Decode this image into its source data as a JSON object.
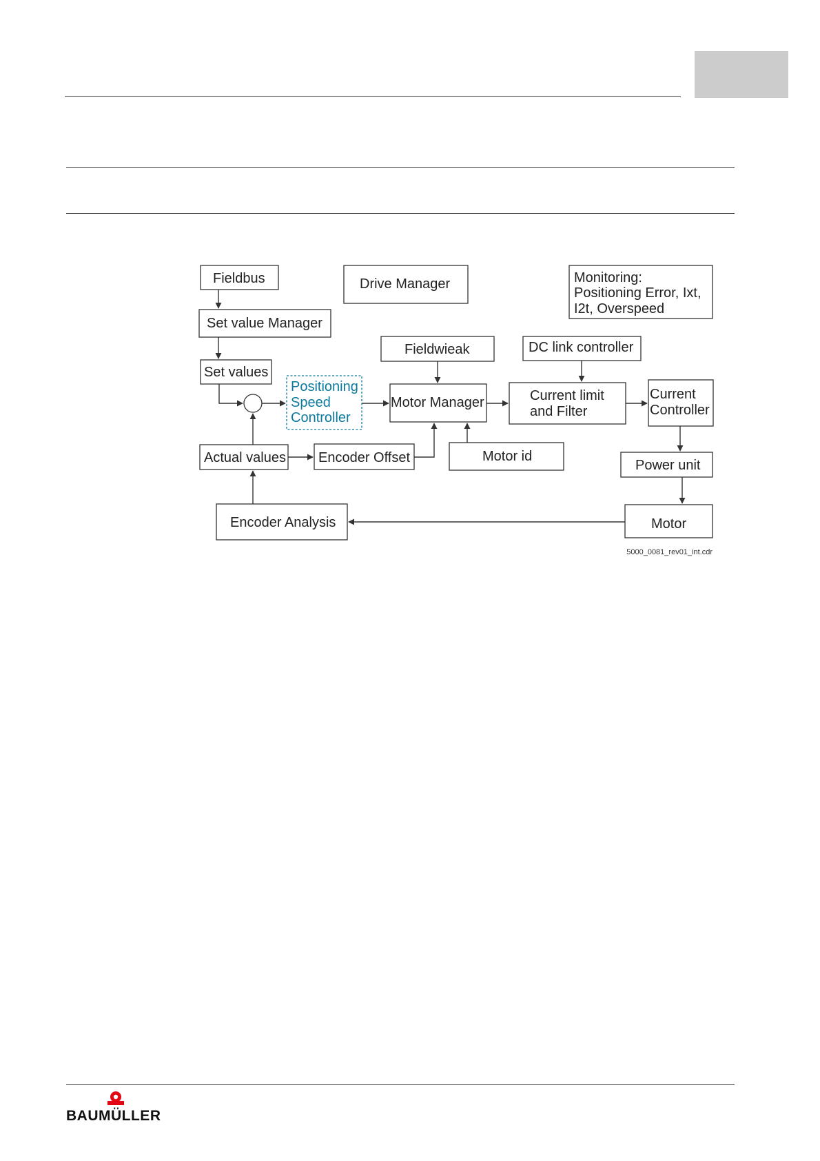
{
  "diagram": {
    "boxes": {
      "fieldbus": "Fieldbus",
      "drive_manager": "Drive Manager",
      "monitoring": [
        "Monitoring:",
        "Positioning Error, Ixt,",
        "I2t, Overspeed"
      ],
      "set_value_manager": "Set value Manager",
      "fieldweak": "Fieldwieak",
      "dc_link_controller": "DC link controller",
      "set_values": "Set values",
      "positioning_speed_controller": [
        "Positioning",
        "Speed",
        "Controller"
      ],
      "motor_manager": "Motor Manager",
      "current_limit_filter": [
        "Current limit",
        "and Filter"
      ],
      "current_controller": [
        "Current",
        "Controller"
      ],
      "actual_values": "Actual values",
      "encoder_offset": "Encoder Offset",
      "motor_id": "Motor id",
      "power_unit": "Power unit",
      "encoder_analysis": "Encoder Analysis",
      "motor": "Motor"
    },
    "figure_id": "5000_0081_rev01_int.cdr",
    "colors": {
      "highlight": "#0b7a9e",
      "line": "#333333"
    }
  },
  "footer": {
    "logo_text": "BAUMÜLLER",
    "logo_color": "#e30613"
  }
}
